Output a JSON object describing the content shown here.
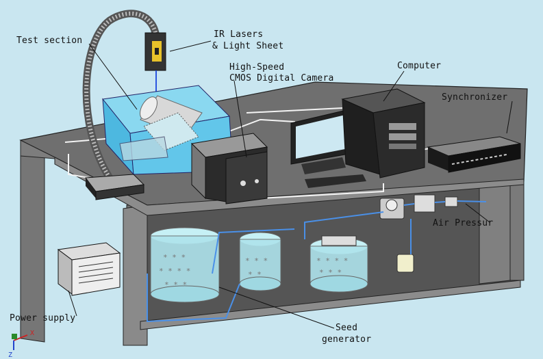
{
  "labels": {
    "test_section": "Test section",
    "ir_lasers_line1": "IR Lasers",
    "ir_lasers_line2": "& Light Sheet",
    "camera_line1": "High-Speed",
    "camera_line2": "CMOS Digital Camera",
    "computer": "Computer",
    "synchronizer": "Synchronizer",
    "air_pressure": "Air Pressur",
    "power_supply": "Power supply",
    "seed_line1": "Seed",
    "seed_line2": "generator"
  },
  "axis_triad": {
    "x": "X",
    "z": "Z"
  },
  "colors": {
    "background": "#c9e6f0",
    "table_top": "#6f6f6f",
    "cable": "#4a90e8",
    "water": "#7fd0e8"
  }
}
